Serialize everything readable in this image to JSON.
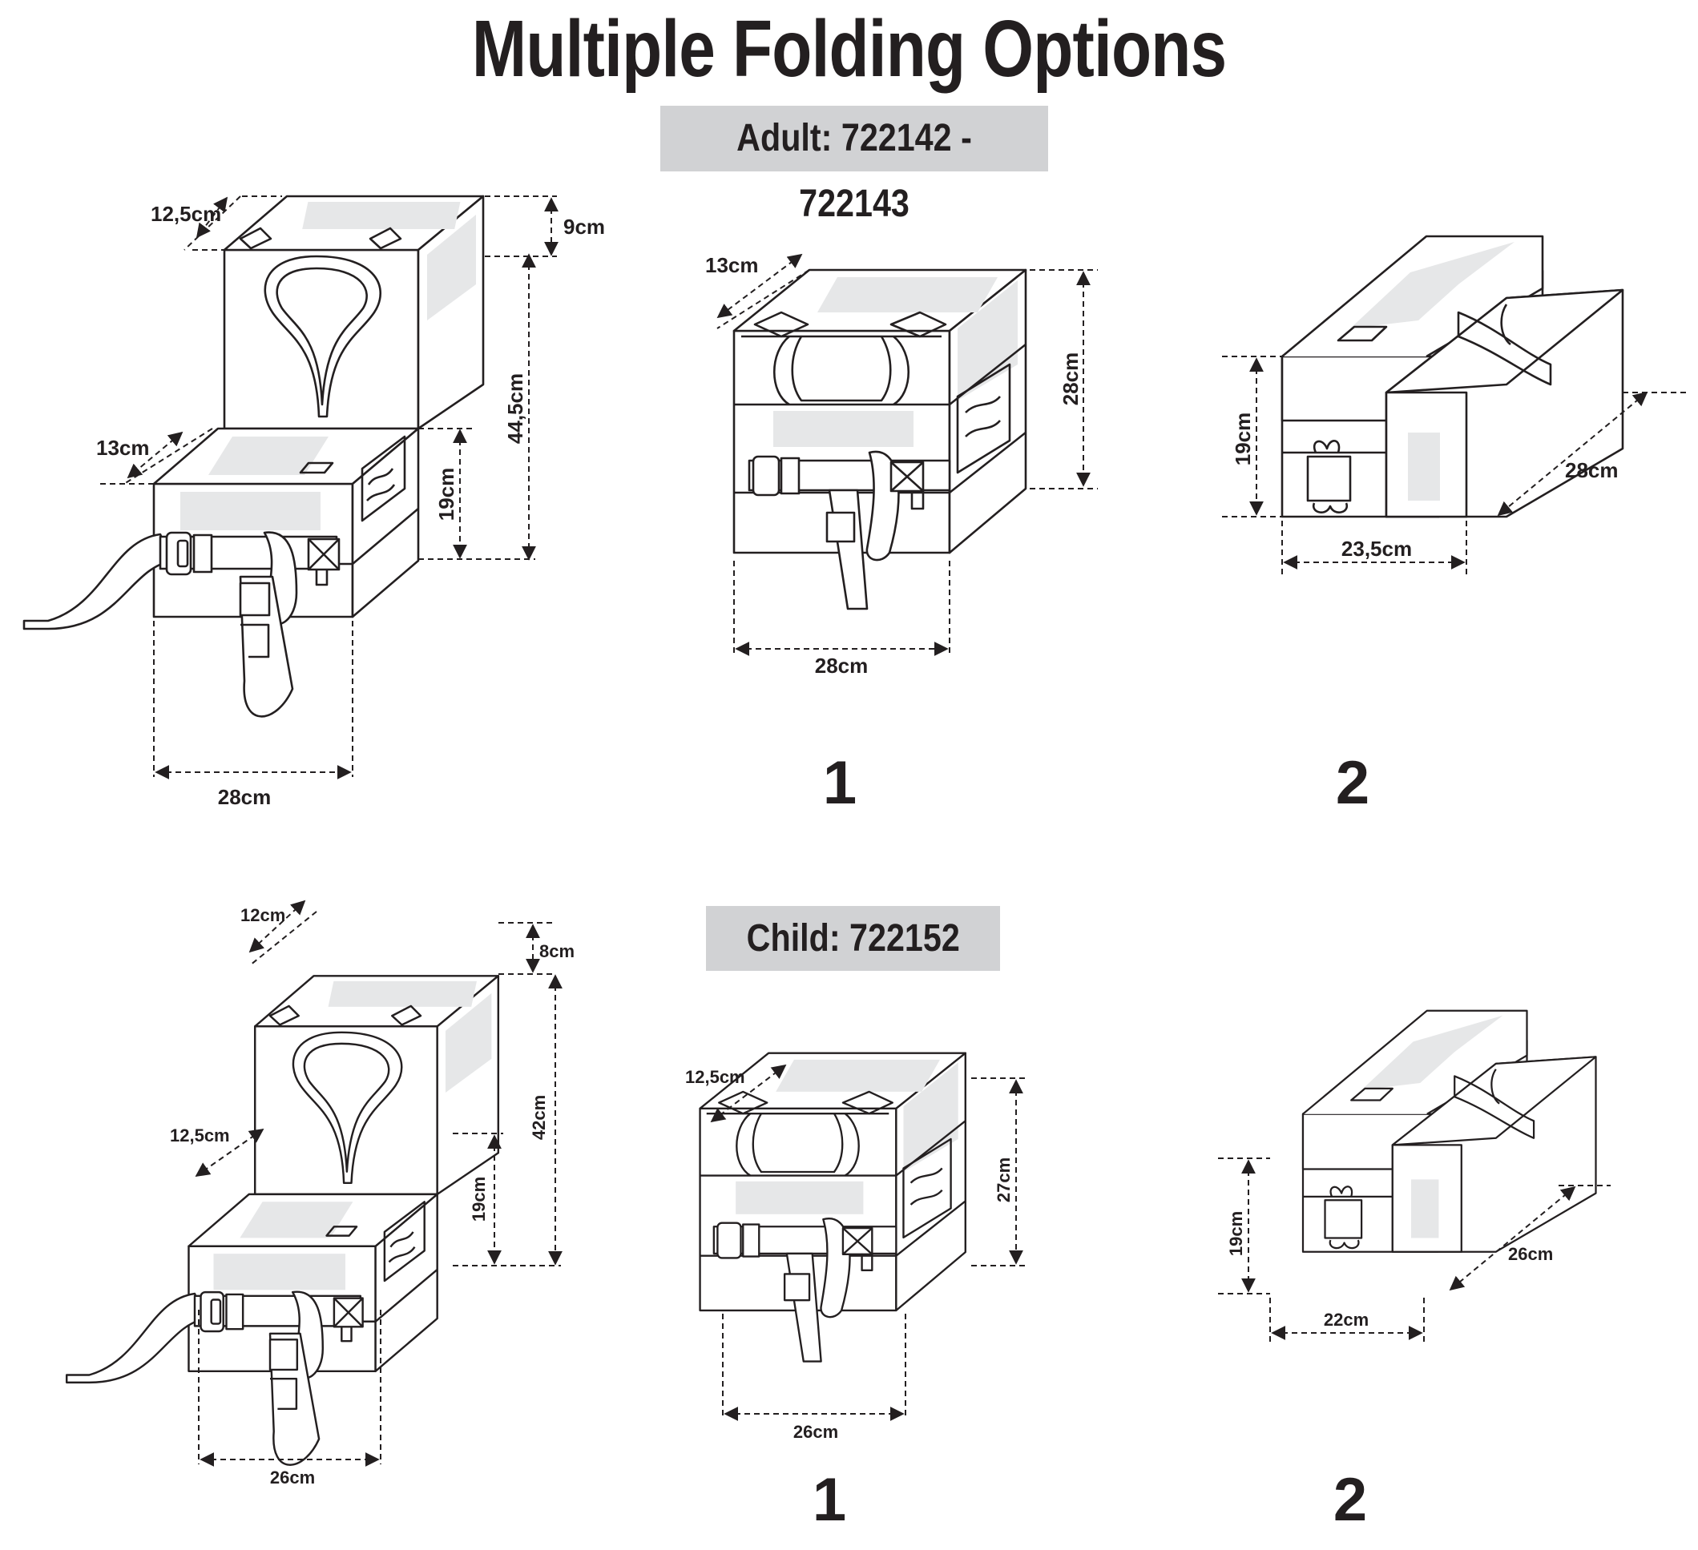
{
  "title": "Multiple Folding Options",
  "adult": {
    "banner": "Adult: 722142 - 722143",
    "open": {
      "depth_top": "12,5cm",
      "height_top": "9cm",
      "depth_bottom": "13cm",
      "height_total": "44,5cm",
      "height_bottom": "19cm",
      "width": "28cm"
    },
    "fold1": {
      "number": "1",
      "depth": "13cm",
      "height": "28cm",
      "width": "28cm"
    },
    "fold2": {
      "number": "2",
      "height": "19cm",
      "length": "28cm",
      "width": "23,5cm"
    }
  },
  "child": {
    "banner": "Child: 722152",
    "open": {
      "depth_top": "12cm",
      "height_top": "8cm",
      "depth_bottom": "12,5cm",
      "height_total": "42cm",
      "height_bottom": "19cm",
      "width": "26cm"
    },
    "fold1": {
      "number": "1",
      "depth": "12,5cm",
      "height": "27cm",
      "width": "26cm"
    },
    "fold2": {
      "number": "2",
      "height": "19cm",
      "length": "26cm",
      "width": "22cm"
    }
  },
  "icons": [
    "life-jacket-open-icon",
    "life-jacket-fold-1-icon",
    "life-jacket-fold-2-icon"
  ]
}
